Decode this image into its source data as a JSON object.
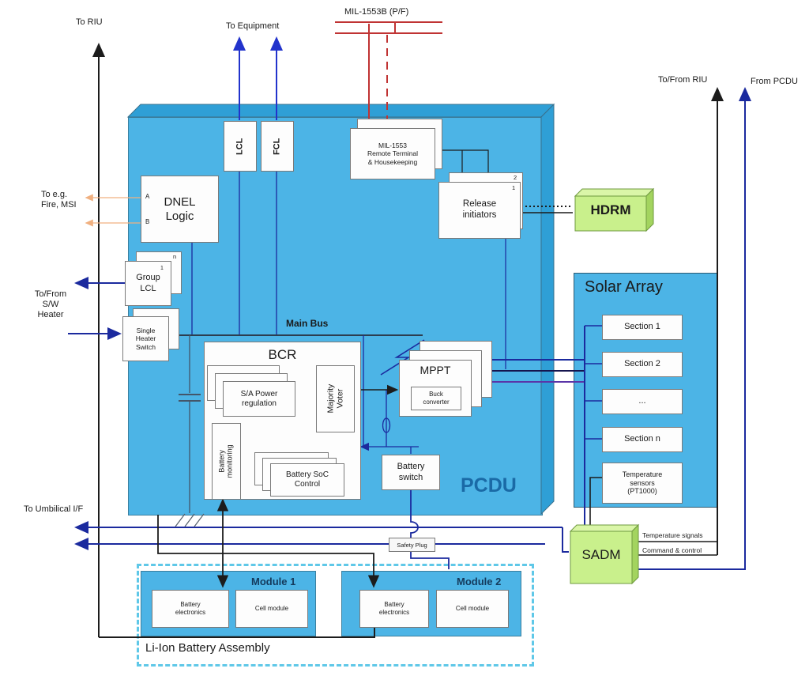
{
  "labels": {
    "to_riu": "To RIU",
    "to_equipment": "To Equipment",
    "mil1553b": "MIL-1553B (P/F)",
    "to_from_riu": "To/From RIU",
    "from_pcdu": "From PCDU",
    "to_eg_fire": "To e.g.\nFire, MSI",
    "to_from_sw_heater": "To/From\nS/W\nHeater",
    "to_umbilical": "To Umbilical I/F",
    "main_bus": "Main Bus",
    "safety_plug": "Safety Plug",
    "temperature_signals": "Temperature signals",
    "command_control": "Command & control"
  },
  "pcdu": {
    "title": "PCDU",
    "lcl": "LCL",
    "fcl": "FCL",
    "mil1553_rt": "MIL-1553\nRemote Terminal\n& Housekeeping",
    "release_initiators": "Release\ninitiators",
    "release_n1": "1",
    "release_n2": "2",
    "dnel": "DNEL\nLogic",
    "dnel_a": "A",
    "dnel_b": "B",
    "group_lcl": "Group\nLCL",
    "group_sup": "1",
    "group_n": "n",
    "single_heater_switch": "Single\nHeater\nSwitch",
    "battery_switch": "Battery\nswitch"
  },
  "bcr": {
    "title": "BCR",
    "sa_power": "S/A Power\nregulation",
    "majority_voter": "Majority\nVoter",
    "battery_soc": "Battery SoC\nControl",
    "battery_monitoring": "Battery\nmonitoring"
  },
  "mppt": {
    "title": "MPPT",
    "buck": "Buck\nconverter"
  },
  "hdrm": {
    "label": "HDRM"
  },
  "sadm": {
    "label": "SADM"
  },
  "solar": {
    "title": "Solar Array",
    "sections": [
      "Section 1",
      "Section 2",
      "...",
      "Section n"
    ],
    "temp_sensors": "Temperature\nsensors\n(PT1000)"
  },
  "battery_assembly": {
    "title": "Li-Ion Battery Assembly",
    "modules": [
      {
        "name": "Module 1",
        "electronics": "Battery\nelectronics",
        "cell": "Cell module"
      },
      {
        "name": "Module 2",
        "electronics": "Battery\nelectronics",
        "cell": "Cell module"
      }
    ]
  },
  "colors": {
    "pcdu_fill": "#4cb4e6",
    "pcdu_bevel": "#2f9fd6",
    "green_fill": "#c9f08c",
    "navy_wire": "#1b2a9e",
    "blue_arrow": "#2233cc",
    "red_bus": "#c03333",
    "purple_wire": "#5a35a8",
    "orange_wire": "#f0b080",
    "dashed_assembly": "#5fc8e8",
    "pcdu_label": "#1a6aa6"
  }
}
